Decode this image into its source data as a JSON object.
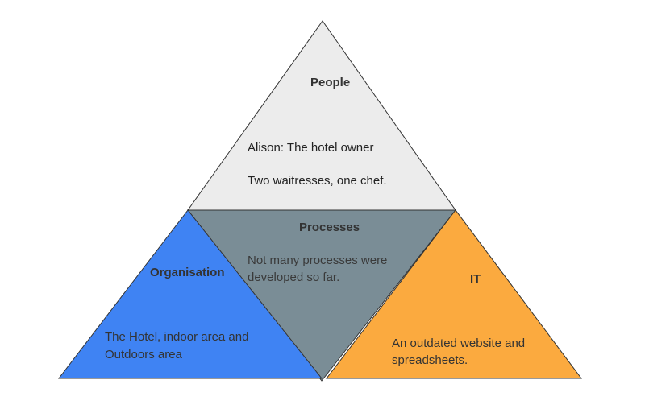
{
  "diagram": {
    "colors": {
      "people": "#ececec",
      "processes": "#7a8d96",
      "organisation": "#3f83f3",
      "it": "#fbaa3f",
      "stroke": "#333333"
    },
    "people": {
      "title": "People",
      "lines": [
        "Alison: The hotel owner",
        "Two waitresses, one chef."
      ]
    },
    "processes": {
      "title": "Processes",
      "lines": [
        "Not many processes were",
        "developed so far."
      ]
    },
    "organisation": {
      "title": "Organisation",
      "lines": [
        "The Hotel, indoor area and",
        "Outdoors area"
      ]
    },
    "it": {
      "title": "IT",
      "lines": [
        "An outdated  website and",
        "spreadsheets."
      ]
    }
  }
}
